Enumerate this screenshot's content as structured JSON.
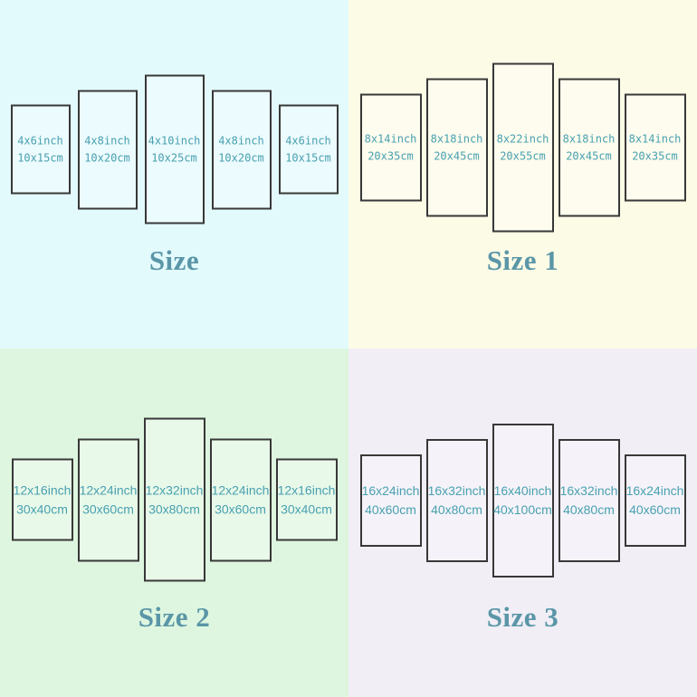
{
  "colors": {
    "panel_border": "#383838",
    "panel_text": "#49a0b0",
    "title_text": "#5a96a7"
  },
  "quadrants": [
    {
      "title": "Size",
      "bg": "#e3fafc",
      "panels": [
        {
          "inch": "4x6inch",
          "cm": "10x15cm"
        },
        {
          "inch": "4x8inch",
          "cm": "10x20cm"
        },
        {
          "inch": "4x10inch",
          "cm": "10x25cm"
        },
        {
          "inch": "4x8inch",
          "cm": "10x20cm"
        },
        {
          "inch": "4x6inch",
          "cm": "10x15cm"
        }
      ]
    },
    {
      "title": "Size 1",
      "bg": "#fcfbe6",
      "panels": [
        {
          "inch": "8x14inch",
          "cm": "20x35cm"
        },
        {
          "inch": "8x18inch",
          "cm": "20x45cm"
        },
        {
          "inch": "8x22inch",
          "cm": "20x55cm"
        },
        {
          "inch": "8x18inch",
          "cm": "20x45cm"
        },
        {
          "inch": "8x14inch",
          "cm": "20x35cm"
        }
      ]
    },
    {
      "title": "Size 2",
      "bg": "#def6df",
      "panels": [
        {
          "inch": "12x16inch",
          "cm": "30x40cm"
        },
        {
          "inch": "12x24inch",
          "cm": "30x60cm"
        },
        {
          "inch": "12x32inch",
          "cm": "30x80cm"
        },
        {
          "inch": "12x24inch",
          "cm": "30x60cm"
        },
        {
          "inch": "12x16inch",
          "cm": "30x40cm"
        }
      ]
    },
    {
      "title": "Size 3",
      "bg": "#f1eef6",
      "panels": [
        {
          "inch": "16x24inch",
          "cm": "40x60cm"
        },
        {
          "inch": "16x32inch",
          "cm": "40x80cm"
        },
        {
          "inch": "16x40inch",
          "cm": "40x100cm"
        },
        {
          "inch": "16x32inch",
          "cm": "40x80cm"
        },
        {
          "inch": "16x24inch",
          "cm": "40x60cm"
        }
      ]
    }
  ]
}
